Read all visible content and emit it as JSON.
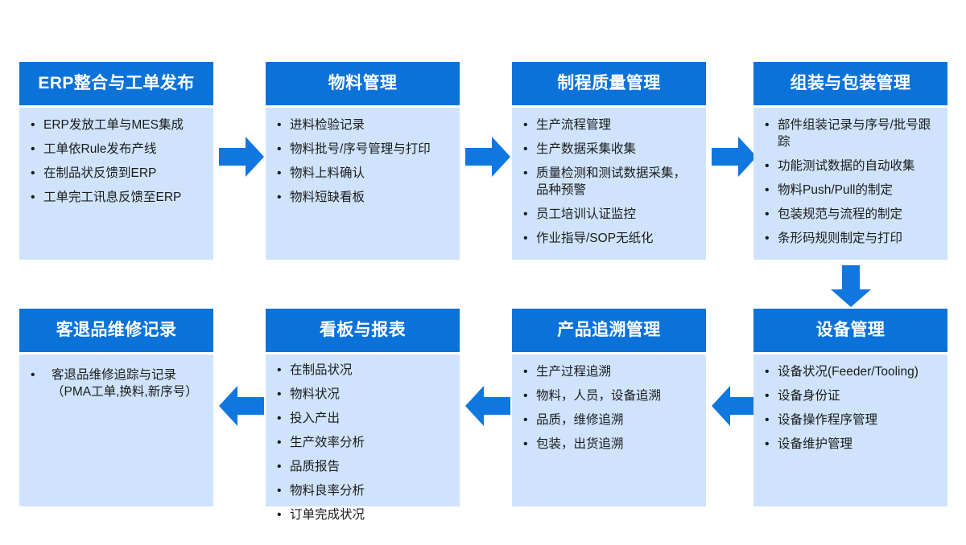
{
  "diagram": {
    "title_text": "",
    "accent_color": "#0b72da",
    "body_color": "#cfe4fc",
    "arrow_color": "#1177e0",
    "background_color": "#ffffff"
  },
  "boxes": [
    {
      "id": "erp-integration",
      "title": "ERP整合与工单发布",
      "items": [
        "ERP发放工单与MES集成",
        "工单依Rule发布产线",
        "在制品状反馈到ERP",
        "工单完工讯息反馈至ERP"
      ]
    },
    {
      "id": "material-management",
      "title": "物料管理",
      "items": [
        "进料检验记录",
        "物料批号/序号管理与打印",
        "物料上料确认",
        "物料短缺看板"
      ]
    },
    {
      "id": "process-quality-management",
      "title": "制程质量管理",
      "items": [
        "生产流程管理",
        "生产数据采集收集",
        "质量检测和测试数据采集，品种预警",
        "员工培训认证监控",
        "作业指导/SOP无纸化"
      ]
    },
    {
      "id": "assembly-packaging-management",
      "title": "组装与包装管理",
      "items": [
        "部件组装记录与序号/批号跟踪",
        "功能测试数据的自动收集",
        "物料Push/Pull的制定",
        "包装规范与流程的制定",
        "条形码规则制定与打印"
      ]
    },
    {
      "id": "customer-return-repair-record",
      "title": "客退品维修记录",
      "items": [
        "客退品维修追踪与记录（PMA工单,换料,新序号）"
      ]
    },
    {
      "id": "dashboard-and-reports",
      "title": "看板与报表",
      "items": [
        "在制品状况",
        "物料状况",
        "投入产出",
        "生产效率分析",
        "品质报告",
        "物料良率分析",
        "订单完成状况"
      ]
    },
    {
      "id": "product-traceability-management",
      "title": "产品追溯管理",
      "items": [
        "生产过程追溯",
        "物料，人员，设备追溯",
        "品质，维修追溯",
        "包装，出货追溯"
      ]
    },
    {
      "id": "equipment-management",
      "title": "设备管理",
      "items": [
        "设备状况(Feeder/Tooling)",
        "设备身份证",
        "设备操作程序管理",
        "设备维护管理"
      ]
    }
  ],
  "arrows": [
    {
      "id": "erp-to-material",
      "direction": "right"
    },
    {
      "id": "material-to-process-quality",
      "direction": "right"
    },
    {
      "id": "process-quality-to-assembly",
      "direction": "right"
    },
    {
      "id": "assembly-to-equipment",
      "direction": "down"
    },
    {
      "id": "equipment-to-traceability",
      "direction": "left"
    },
    {
      "id": "traceability-to-dashboard",
      "direction": "left"
    },
    {
      "id": "dashboard-to-customer-return",
      "direction": "left"
    }
  ]
}
